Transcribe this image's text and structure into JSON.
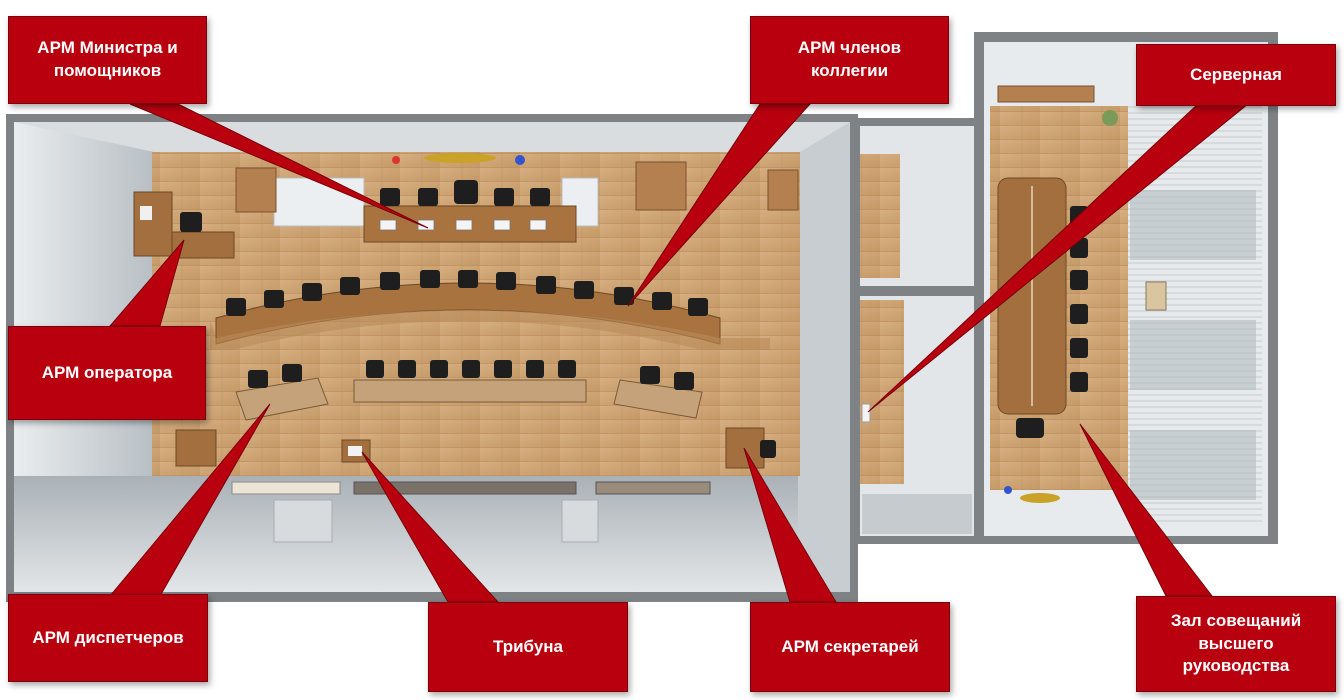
{
  "labels": {
    "minister": "АРМ Министра и помощников",
    "board": "АРМ членов коллегии",
    "server": "Серверная",
    "operator": "АРМ оператора",
    "dispatchers": "АРМ диспетчеров",
    "tribune": "Трибуна",
    "secretaries": "АРМ секретарей",
    "hall": "Зал совещаний высшего руководства"
  },
  "colors": {
    "callout": "#b8000f",
    "floor": "#cfa574",
    "wall": "#8a8c8e",
    "furniture": "#a36f3f",
    "chair": "#1e1e1e"
  }
}
